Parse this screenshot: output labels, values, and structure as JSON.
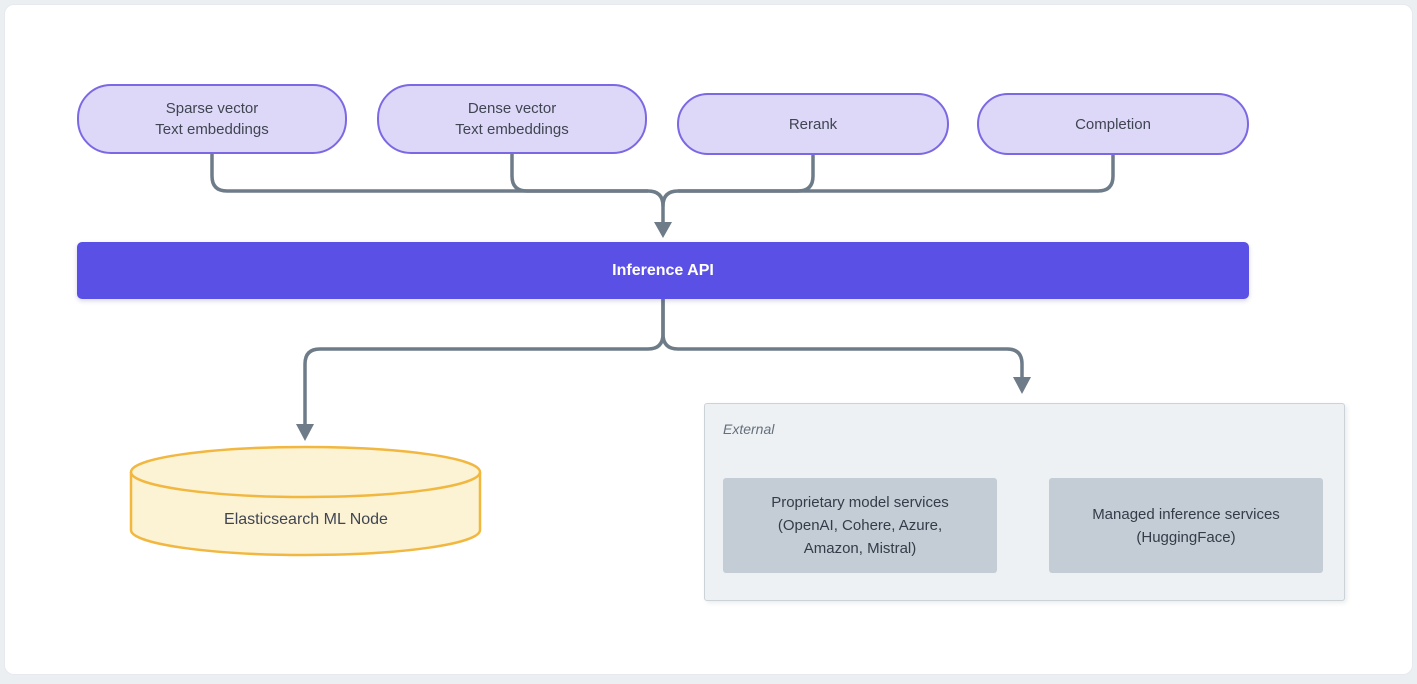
{
  "colors": {
    "accent_purple": "#5b50e6",
    "pill_fill": "#ddd8f7",
    "pill_border": "#7b68e4",
    "connector_gray": "#6e7b88",
    "cylinder_fill": "#fcf2d4",
    "cylinder_border": "#f1b73f",
    "external_panel_fill": "#eef1f4",
    "service_box_fill": "#c4cdd5"
  },
  "diagram": {
    "endpoints": [
      {
        "label": "Sparse vector\nText embeddings"
      },
      {
        "label": "Dense vector\nText embeddings"
      },
      {
        "label": "Rerank"
      },
      {
        "label": "Completion"
      }
    ],
    "api_bar": {
      "label": "Inference API"
    },
    "ml_node": {
      "label": "Elasticsearch ML Node"
    },
    "external": {
      "label": "External",
      "services": [
        {
          "label": "Proprietary model services\n(OpenAI, Cohere, Azure,\nAmazon, Mistral)"
        },
        {
          "label": "Managed inference services\n(HuggingFace)"
        }
      ]
    }
  }
}
